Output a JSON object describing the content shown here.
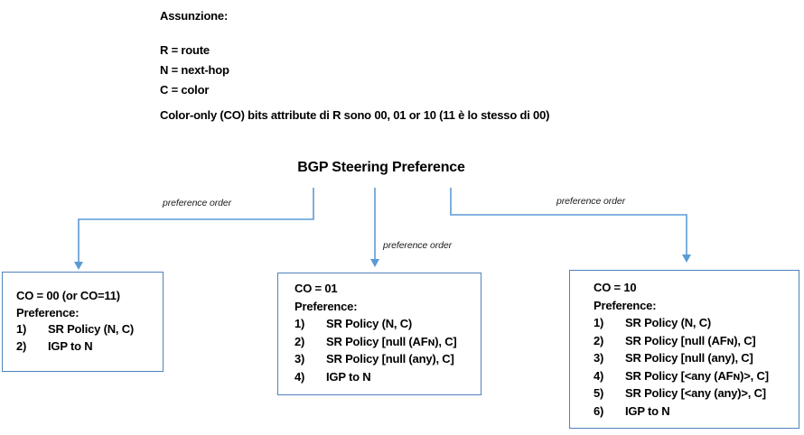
{
  "colors": {
    "line": "#5b9bd5",
    "box-border": "#4f81bd",
    "text": "#000000"
  },
  "assumptions": {
    "heading": "Assunzione:",
    "definitions": [
      "R = route",
      "N = next-hop",
      "C = color"
    ],
    "note": "Color-only (CO) bits attribute di R sono 00, 01 or 10 (11 è lo stesso di 00)"
  },
  "diagram": {
    "title": "BGP Steering Preference",
    "connector_labels": [
      "preference order",
      "preference order",
      "preference order"
    ],
    "boxes": [
      {
        "heading": "CO = 00 (or CO=11)",
        "subheading": "Preference:",
        "items": [
          {
            "num": "1)",
            "text": "SR Policy (N, C)"
          },
          {
            "num": "2)",
            "text": "IGP to N"
          }
        ]
      },
      {
        "heading": "CO = 01",
        "subheading": "Preference:",
        "items": [
          {
            "num": "1)",
            "text": "SR Policy (N, C)"
          },
          {
            "num": "2)",
            "text": "SR Policy [null (AFɴ), C]"
          },
          {
            "num": "3)",
            "text": "SR Policy [null (any), C]"
          },
          {
            "num": "4)",
            "text": "IGP to N"
          }
        ]
      },
      {
        "heading": "CO = 10",
        "subheading": "Preference:",
        "items": [
          {
            "num": "1)",
            "text": "SR Policy (N, C)"
          },
          {
            "num": "2)",
            "text": "SR Policy [null (AFɴ), C]"
          },
          {
            "num": "3)",
            "text": "SR Policy [null (any), C]"
          },
          {
            "num": "4)",
            "text": "SR Policy [<any (AFɴ)>, C]"
          },
          {
            "num": "5)",
            "text": "SR Policy [<any (any)>, C]"
          },
          {
            "num": "6)",
            "text": "IGP to N"
          }
        ]
      }
    ]
  }
}
